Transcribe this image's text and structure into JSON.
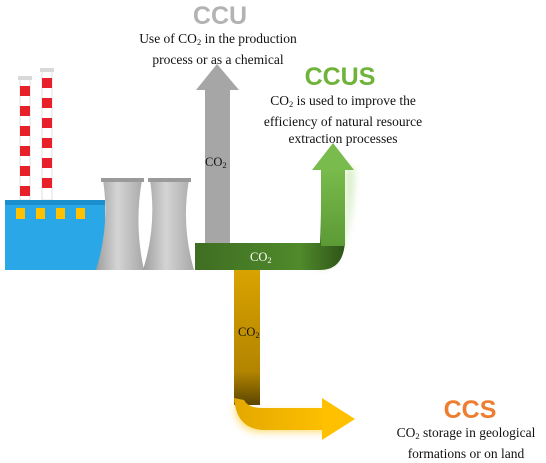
{
  "labels": {
    "ccu": {
      "heading": "CCU",
      "desc_line1": "Use of CO",
      "desc_sub": "2",
      "desc_line1_rest": " in the production",
      "desc_line2": "process or as a chemical"
    },
    "ccus": {
      "heading": "CCUS",
      "desc_line1": "CO",
      "desc_sub": "2",
      "desc_line1_rest": " is used to improve the",
      "desc_line2": "efficiency of natural resource",
      "desc_line3": "extraction processes"
    },
    "ccs": {
      "heading": "CCS",
      "desc_line1": "CO",
      "desc_sub": "2",
      "desc_line1_rest": " storage in geological",
      "desc_line2": "formations or on land"
    },
    "co2": {
      "base": "CO",
      "sub": "2"
    }
  },
  "colors": {
    "ccu_heading": "#b3b3b3",
    "ccus_heading": "#6fb33b",
    "ccs_heading": "#ed7d31",
    "ccu_arrow": "#a6a6a6",
    "ccus_arrow": "#5f9a33",
    "ccs_arrow": "#d6a000",
    "factory_body": "#2aa7e6",
    "factory_window": "#ffc000",
    "chimney_red": "#e8202a",
    "cooling_tower": "#bfbfbf"
  },
  "icons": [
    "factory-icon",
    "chimney-icon",
    "cooling-tower-icon"
  ]
}
